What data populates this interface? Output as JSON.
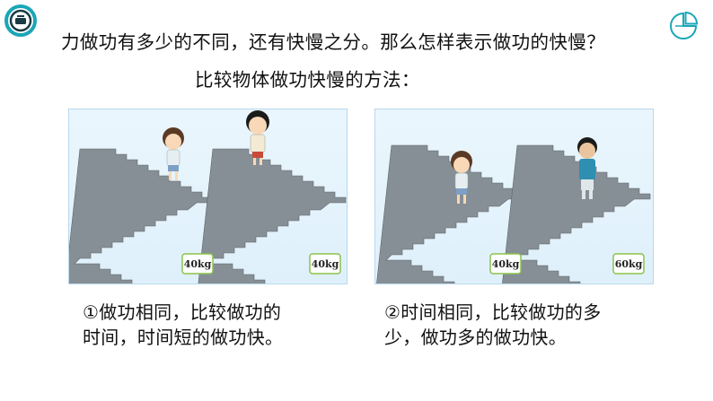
{
  "title_line": "力做功有多少的不同，还有快慢之分。那么怎样表示做功的快慢？",
  "subtitle": "比较物体做功快慢的方法：",
  "colors": {
    "accent": "#1aa6b7",
    "stairs": "#7d868c",
    "panel_bg": "#e4f3fc"
  },
  "icons": {
    "logo": "teal-ring-logo-icon",
    "corner": "pie-chart-icon"
  },
  "scenes": [
    {
      "weights": [
        "40kg",
        "40kg"
      ]
    },
    {
      "weights": [
        "40kg",
        "60kg"
      ]
    }
  ],
  "captions": [
    {
      "lines": [
        "①做功相同，比较做功的",
        "时间，时间短的做功快。"
      ]
    },
    {
      "lines": [
        "②时间相同，比较做功的多",
        "少，做功多的做功快。"
      ]
    }
  ]
}
